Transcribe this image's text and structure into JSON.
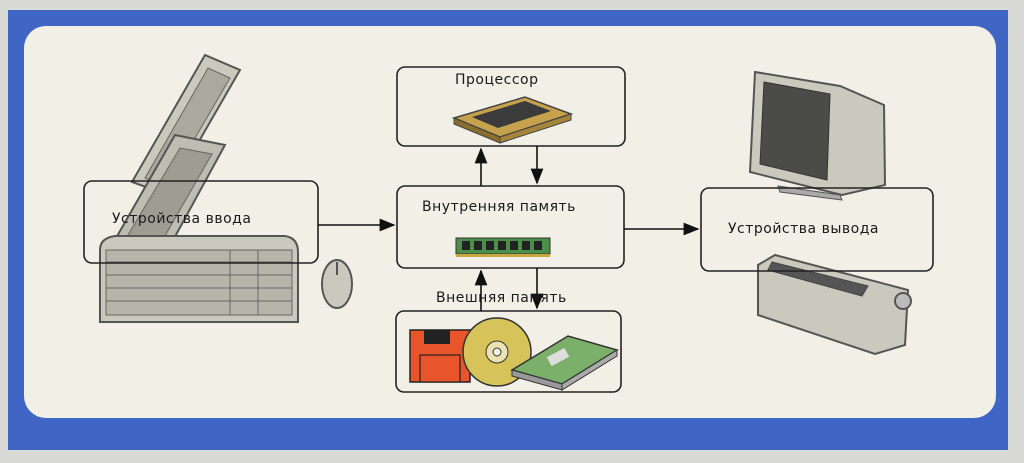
{
  "diagram": {
    "title": "Computer structure poster",
    "nodes": {
      "input_devices": "Устройства ввода",
      "processor": "Процессор",
      "internal_memory": "Внутренняя память",
      "external_memory": "Внешняя память",
      "output_devices": "Устройства вывода"
    },
    "edges": [
      {
        "from": "input_devices",
        "to": "internal_memory"
      },
      {
        "from": "internal_memory",
        "to": "processor"
      },
      {
        "from": "processor",
        "to": "internal_memory"
      },
      {
        "from": "internal_memory",
        "to": "external_memory"
      },
      {
        "from": "external_memory",
        "to": "internal_memory"
      },
      {
        "from": "internal_memory",
        "to": "output_devices"
      }
    ],
    "colors": {
      "frame": "#3f66c4",
      "board": "#f1efe6",
      "device_gray": "#bdbdb2",
      "floppy": "#e8552b",
      "cd": "#d6c35a"
    }
  }
}
